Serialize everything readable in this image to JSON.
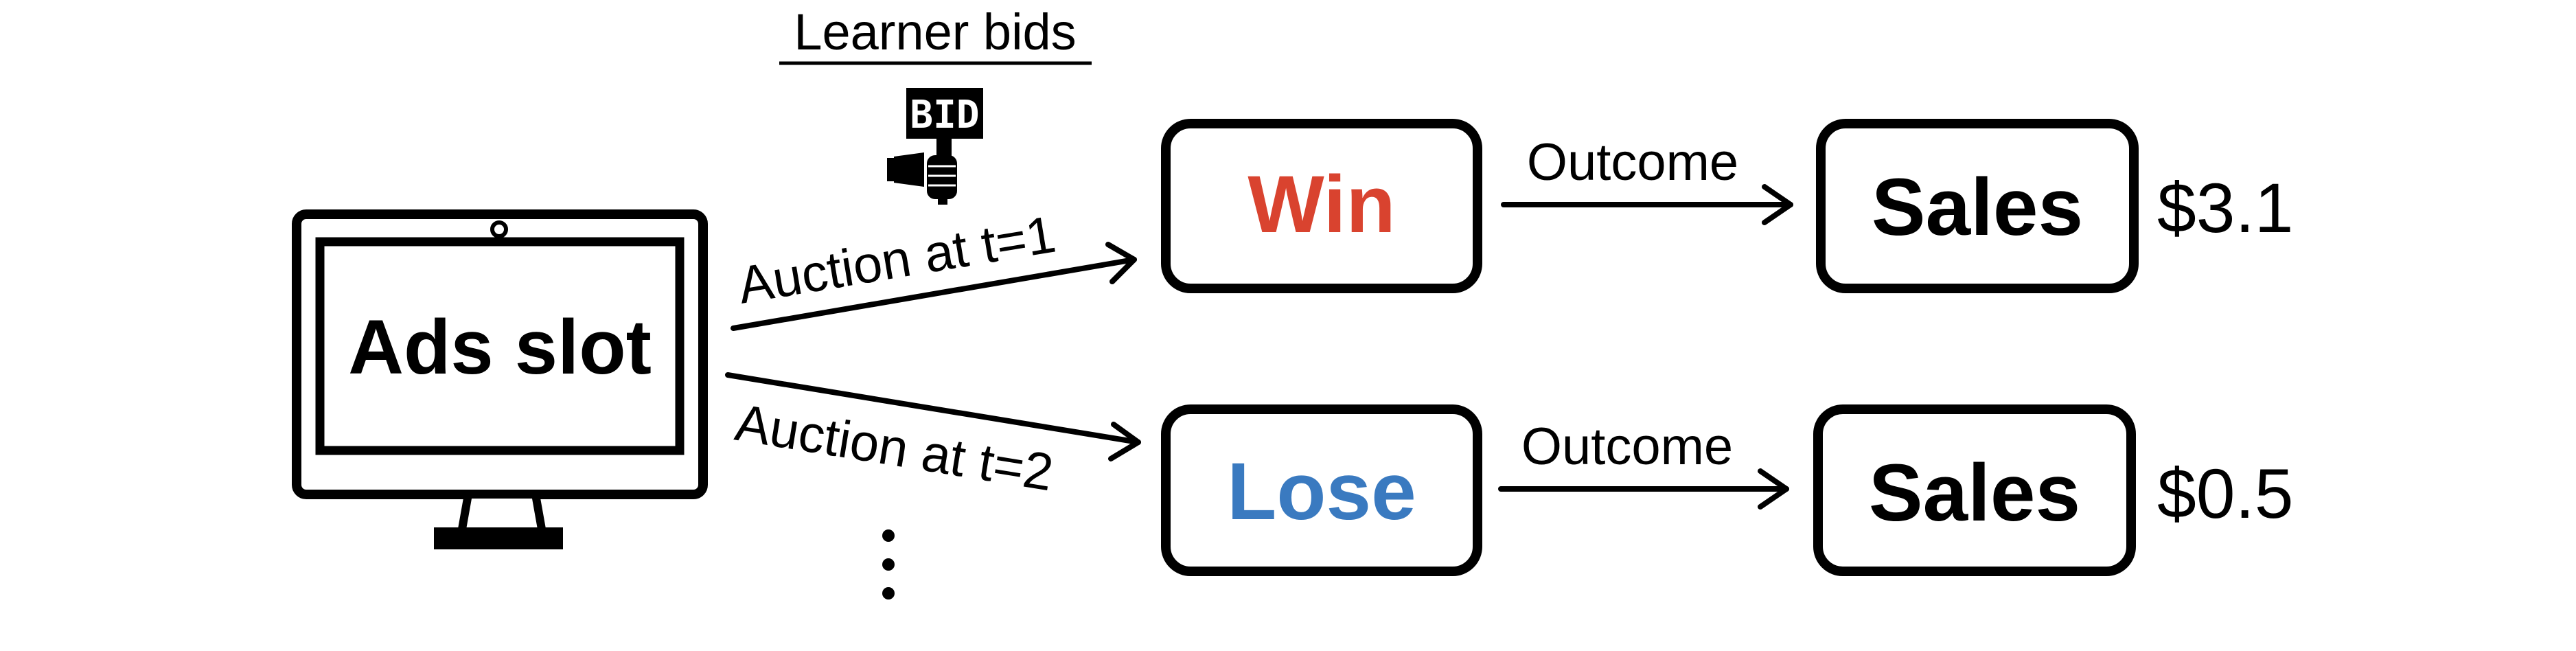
{
  "learner": {
    "title": "Learner bids",
    "sign_text": "BID"
  },
  "monitor": {
    "label": "Ads slot"
  },
  "auctions": [
    {
      "label": "Auction at t=1"
    },
    {
      "label": "Auction at t=2"
    }
  ],
  "continuation": "⋮",
  "results": [
    {
      "label": "Win",
      "color": "#d9432f"
    },
    {
      "label": "Lose",
      "color": "#3a7ac0"
    }
  ],
  "outcome_label": "Outcome",
  "sales": [
    {
      "label": "Sales",
      "value": "$3.1"
    },
    {
      "label": "Sales",
      "value": "$0.5"
    }
  ],
  "colors": {
    "win": "#d9432f",
    "lose": "#3a7ac0",
    "ink": "#000000"
  }
}
